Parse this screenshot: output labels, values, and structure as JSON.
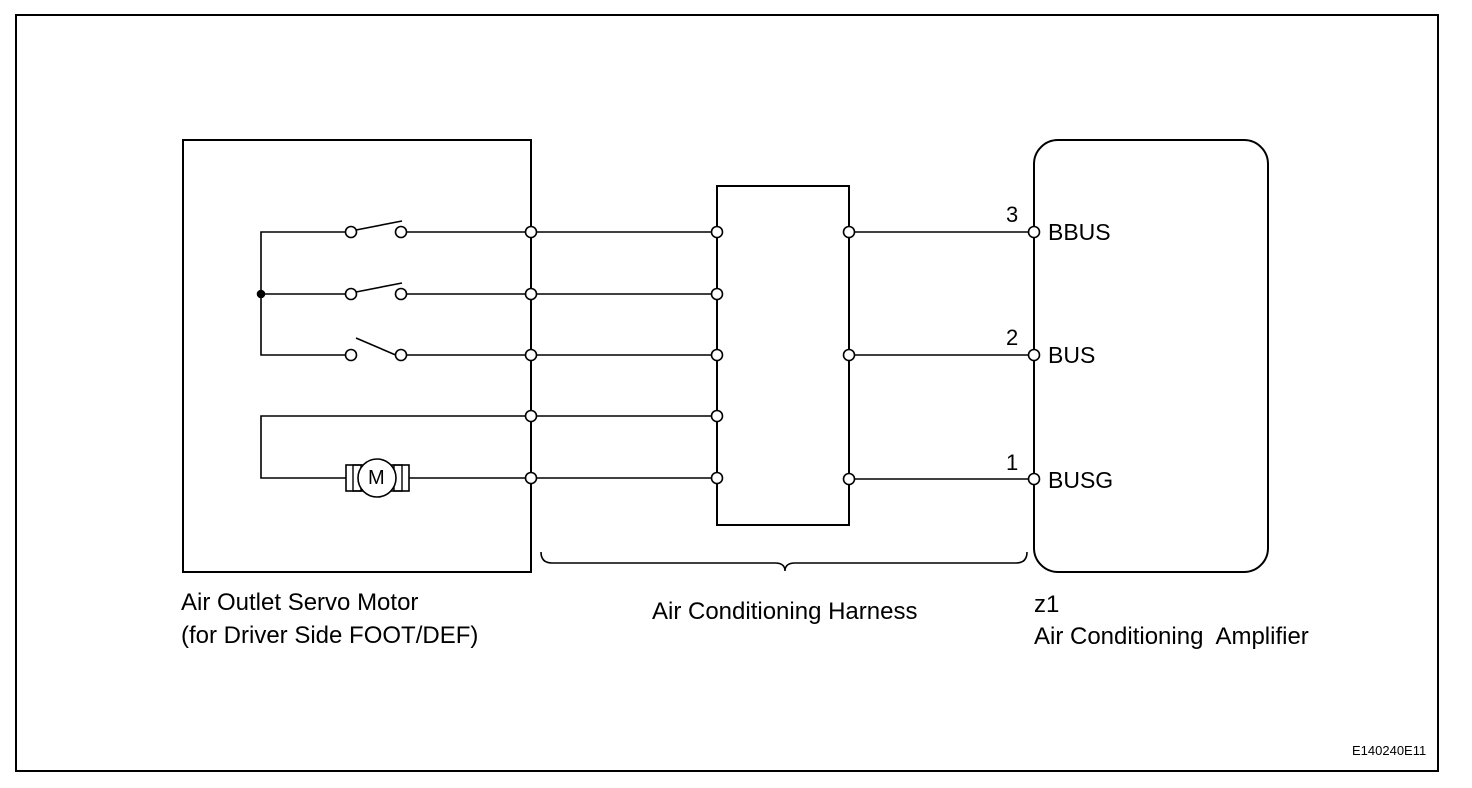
{
  "components": {
    "servo_motor": {
      "name_line1": "Air Outlet Servo Motor",
      "name_line2": "(for Driver Side FOOT/DEF)",
      "motor_symbol": "M"
    },
    "harness": {
      "name": "Air Conditioning Harness"
    },
    "amplifier": {
      "connector_id": "z1",
      "name": "Air Conditioning  Amplifier",
      "terminals": [
        {
          "pin": "3",
          "name": "BBUS"
        },
        {
          "pin": "2",
          "name": "BUS"
        },
        {
          "pin": "1",
          "name": "BUSG"
        }
      ]
    }
  },
  "figure_code": "E140240E11"
}
